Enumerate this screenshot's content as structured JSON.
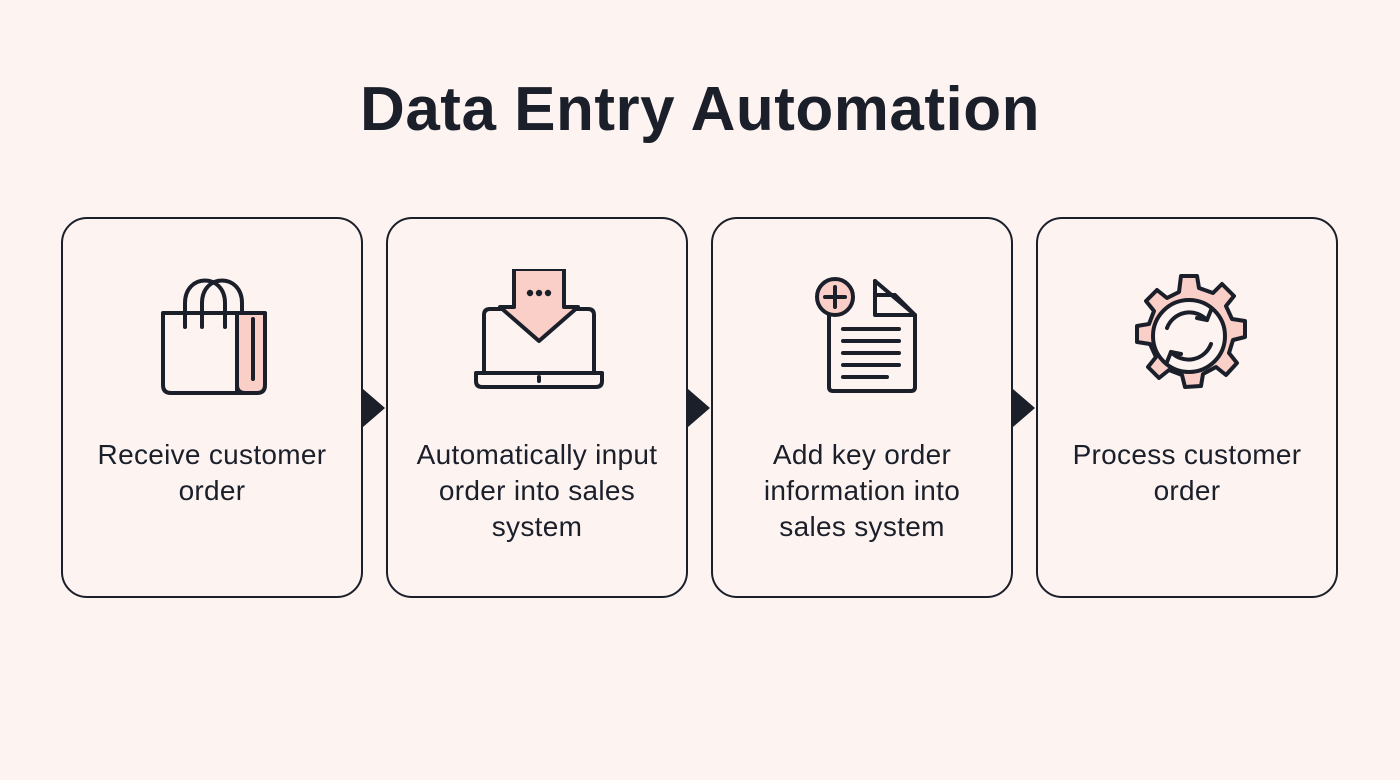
{
  "title": "Data Entry Automation",
  "colors": {
    "background": "#fdf4f2",
    "stroke": "#1b1f2a",
    "accent": "#f9cfc8"
  },
  "steps": [
    {
      "label": "Receive customer order",
      "icon": "shopping-bag-icon"
    },
    {
      "label": "Automatically input order into sales system",
      "icon": "laptop-download-icon"
    },
    {
      "label": "Add key order information into sales system",
      "icon": "document-add-icon"
    },
    {
      "label": "Process customer order",
      "icon": "gear-refresh-icon"
    }
  ]
}
